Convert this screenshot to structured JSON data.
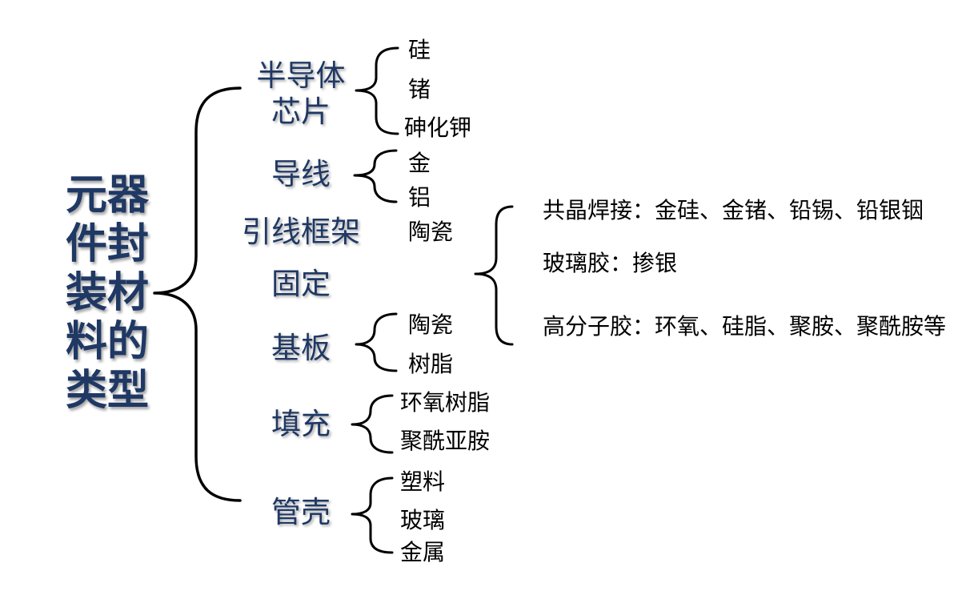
{
  "root": {
    "title_lines": [
      "元器",
      "件封",
      "装材",
      "料的",
      "类型"
    ]
  },
  "branches": [
    {
      "label_lines": [
        "半导体",
        "芯片"
      ],
      "items": [
        "硅",
        "锗",
        "砷化钾"
      ]
    },
    {
      "label": "导线",
      "items": [
        "金",
        "铝"
      ]
    },
    {
      "label": "引线框架",
      "items": [
        "陶瓷"
      ]
    },
    {
      "label": "固定",
      "items": [
        "共晶焊接：金硅、金锗、铅锡、铅银铟",
        "玻璃胶：掺银",
        "高分子胶：环氧、硅脂、聚胺、聚酰胺等"
      ]
    },
    {
      "label": "基板",
      "items": [
        "陶瓷",
        "树脂"
      ]
    },
    {
      "label": "填充",
      "items": [
        "环氧树脂",
        "聚酰亚胺"
      ]
    },
    {
      "label": "管壳",
      "items": [
        "塑料",
        "玻璃",
        "金属"
      ]
    }
  ],
  "colors": {
    "root_text": "#1f3864",
    "branch_text": "#1f3864",
    "leaf_text": "#000000",
    "brace": "#000000",
    "background": "#ffffff"
  }
}
